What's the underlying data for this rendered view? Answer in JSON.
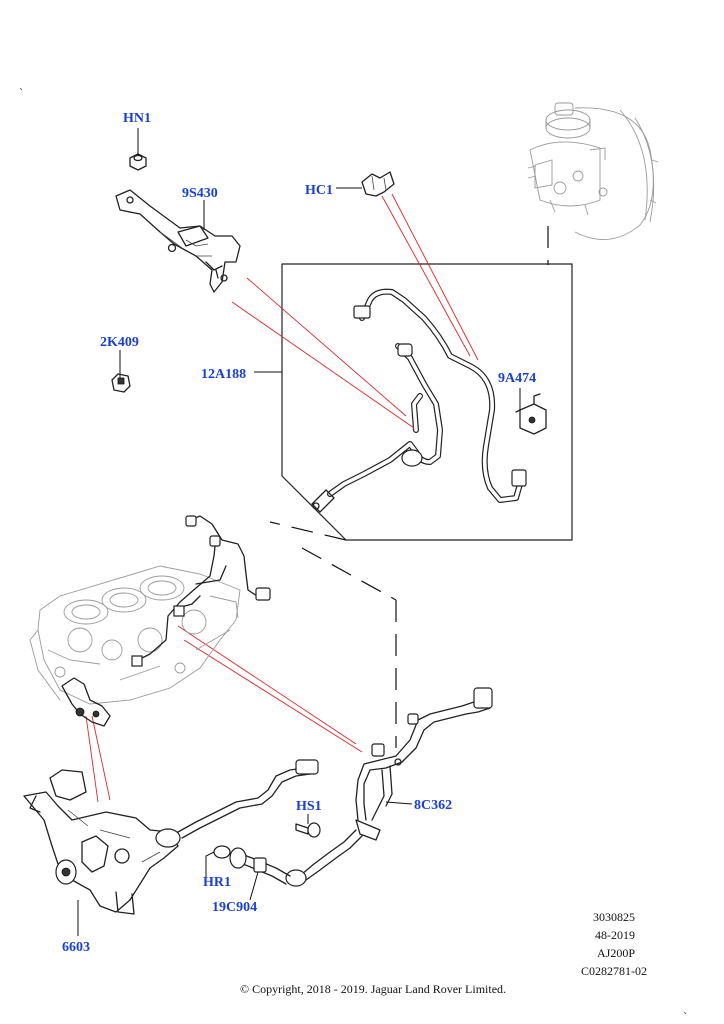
{
  "labels": {
    "hn1": "HN1",
    "p9s430": "9S430",
    "hc1": "HC1",
    "p2k409": "2K409",
    "p12a188": "12A188",
    "p9a474": "9A474",
    "hs1": "HS1",
    "p8c362": "8C362",
    "hr1": "HR1",
    "p19c904": "19C904",
    "p6603": "6603"
  },
  "reference": {
    "line1": "3030825",
    "line2": "48-2019",
    "line3": "AJ200P",
    "line4": "C0282781-02"
  },
  "copyright": "© Copyright, 2018 - 2019. Jaguar Land Rover Limited.",
  "colors": {
    "label": "#1a3fd6",
    "callout_line": "#e0262a"
  }
}
